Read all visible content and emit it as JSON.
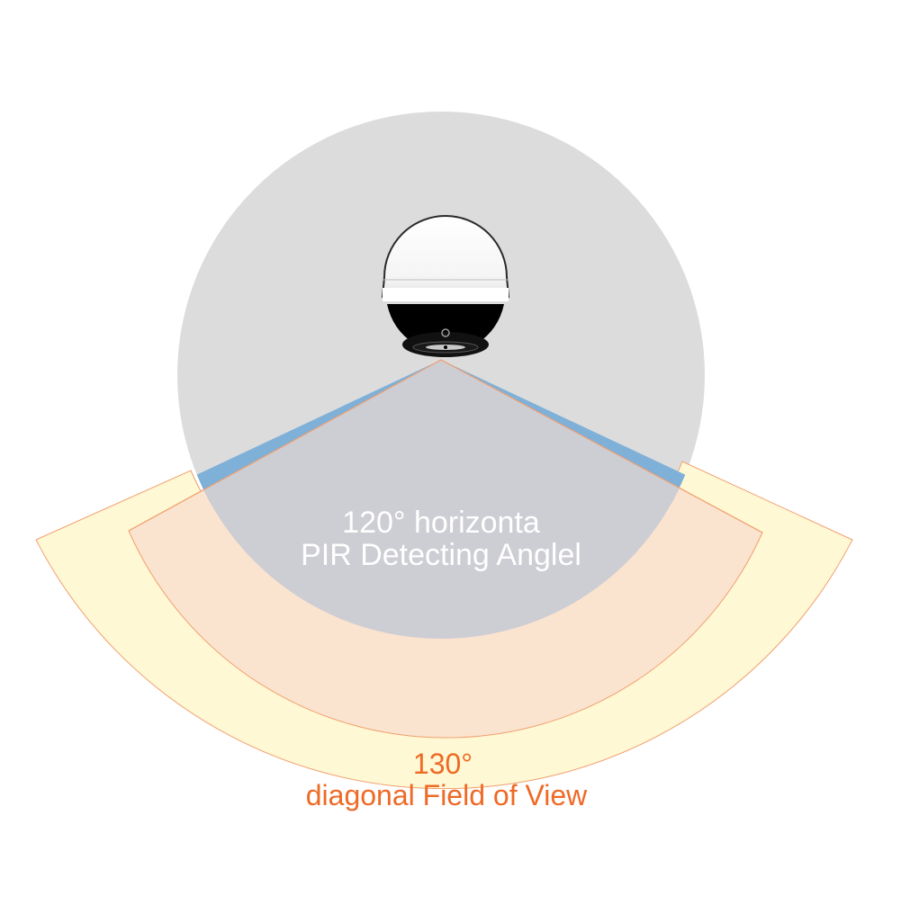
{
  "labels": {
    "pir_line1": "120° horizonta",
    "pir_line2": "PIR Detecting Anglel",
    "fov_line1": "130°",
    "fov_line2": "diagonal Field of View"
  },
  "colors": {
    "background": "#ffffff",
    "detection_circle": "#dcdcdc",
    "fov_outer_fill": "#fff8d4",
    "fov_inner_fill": "#fbe4cf",
    "fov_stroke": "#f0a070",
    "pir_wedge": "#7fb0d8",
    "overlap": "#cdcdd4",
    "pir_label": "#ffffff",
    "fov_label": "#ee6a25",
    "camera_shell": "#ffffff",
    "camera_lens": "#000000"
  },
  "angles": {
    "pir_horizontal_deg": 120,
    "fov_diagonal_deg": 130
  },
  "icons": {
    "camera": "dome-camera-icon"
  }
}
